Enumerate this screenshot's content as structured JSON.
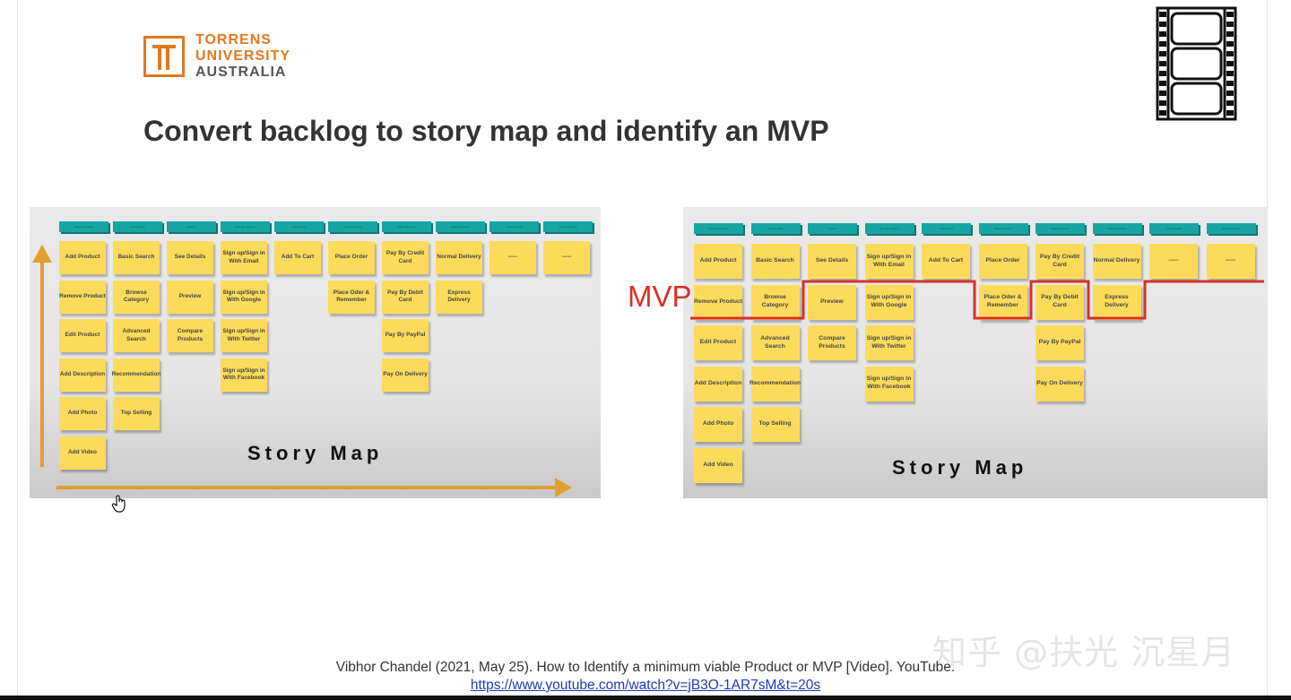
{
  "logo": {
    "line1": "TORRENS",
    "line2": "UNIVERSITY",
    "line3": "AUSTRALIA"
  },
  "slide_title": "Convert backlog to story map and identify an MVP",
  "film_icon": "film-strip-icon",
  "left_panel": {
    "label": "Story Map",
    "headers": [
      "Manage Product",
      "Find Product",
      "Explore",
      "Sign Up / Sign In",
      "Add to Cart",
      "Place an Order",
      "Make Payment",
      "Make Shipment",
      "Cancel Order",
      "Submit Review"
    ],
    "columns": [
      [
        "Add Product",
        "Remove Product",
        "Edit Product",
        "Add Description",
        "Add Photo",
        "Add Video"
      ],
      [
        "Basic Search",
        "Browse Category",
        "Advanced Search",
        "Recommendation",
        "Top Selling"
      ],
      [
        "See Details",
        "Preview",
        "Compare Products"
      ],
      [
        "Sign up/Sign in With Email",
        "Sign up/Sign in With Google",
        "Sign up/Sign in With Twitter",
        "Sign up/Sign in With Facebook"
      ],
      [
        "Add To Cart"
      ],
      [
        "Place Order",
        "Place Oder & Remember"
      ],
      [
        "Pay By Credit Card",
        "Pay By Debit Card",
        "Pay By PayPal",
        "Pay On Delivery"
      ],
      [
        "Normal Delivery",
        "Express Delivery"
      ],
      [
        "-----"
      ],
      [
        "-----"
      ]
    ]
  },
  "right_panel": {
    "label": "Story Map",
    "mvp_label": "MVP",
    "headers": [
      "Manage Product",
      "Find Product",
      "Explore",
      "Sign Up / Sign In",
      "Add to Cart",
      "Place an Order",
      "Make Payment",
      "Make Shipment",
      "Cancel Order",
      "Submit Review"
    ],
    "columns": [
      [
        "Add Product",
        "Remove Product",
        "Edit Product",
        "Add Description",
        "Add Photo",
        "Add Video"
      ],
      [
        "Basic Search",
        "Browse Category",
        "Advanced Search",
        "Recommendation",
        "Top Selling"
      ],
      [
        "See Details",
        "Preview",
        "Compare Products"
      ],
      [
        "Sign up/Sign in With Email",
        "Sign up/Sign in With Google",
        "Sign up/Sign in With Twitter",
        "Sign up/Sign in With Facebook"
      ],
      [
        "Add To Cart"
      ],
      [
        "Place Order",
        "Place Oder & Remember"
      ],
      [
        "Pay By Credit Card",
        "Pay By Debit Card",
        "Pay By PayPal",
        "Pay On Delivery"
      ],
      [
        "Normal Delivery",
        "Express Delivery"
      ],
      [
        "-----"
      ],
      [
        "-----"
      ]
    ],
    "mvp_rows_per_column": [
      2,
      2,
      1,
      1,
      1,
      2,
      1,
      2,
      1,
      1
    ]
  },
  "colors": {
    "accent": "#e5771e",
    "note": "#fddb5a",
    "header": "#16a5a0",
    "mvp_line": "#d63127",
    "arrow": "#e0a030"
  },
  "caption": "Vibhor Chandel (2021, May 25). How to Identify a minimum viable Product or MVP [Video]. YouTube.",
  "link": "https://www.youtube.com/watch?v=jB3O-1AR7sM&t=20s",
  "watermark": "知乎 @扶光 沉星月"
}
